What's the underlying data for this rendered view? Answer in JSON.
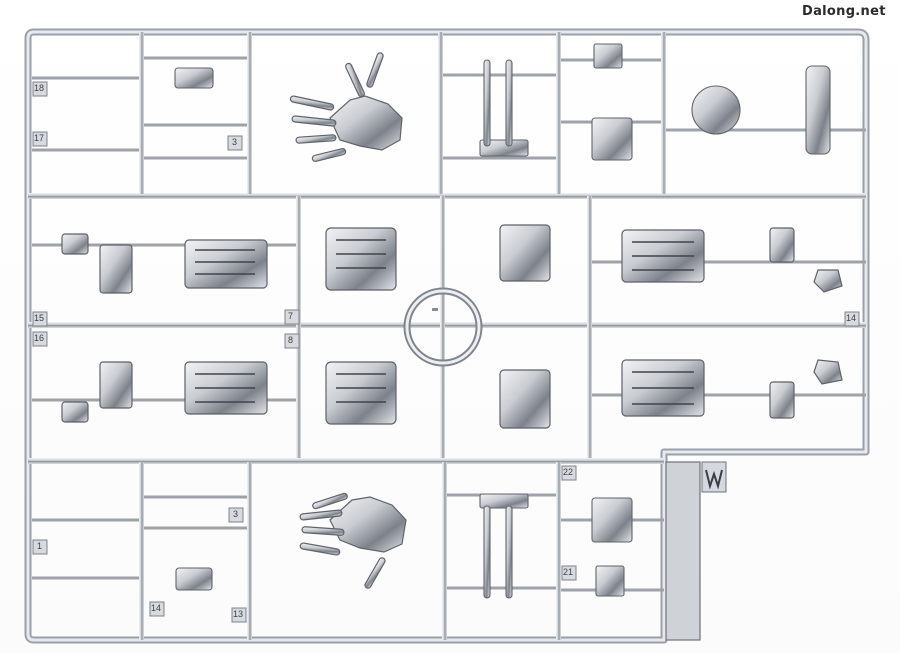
{
  "watermark": {
    "text": "Dalong.net"
  },
  "part_numbers": {
    "a1": "18",
    "a2": "17",
    "a3": "3",
    "a4": "15",
    "a5": "16",
    "a6": "7",
    "a7": "8",
    "a8": "14",
    "b1": "1",
    "b2": "3",
    "b3": "22",
    "b4": "21",
    "b5": "14",
    "b6": "13"
  },
  "colors": {
    "chrome_light": "#eef0f3",
    "chrome_mid": "#b9bdc4",
    "chrome_dark": "#6f747c",
    "background": "#ffffff"
  }
}
